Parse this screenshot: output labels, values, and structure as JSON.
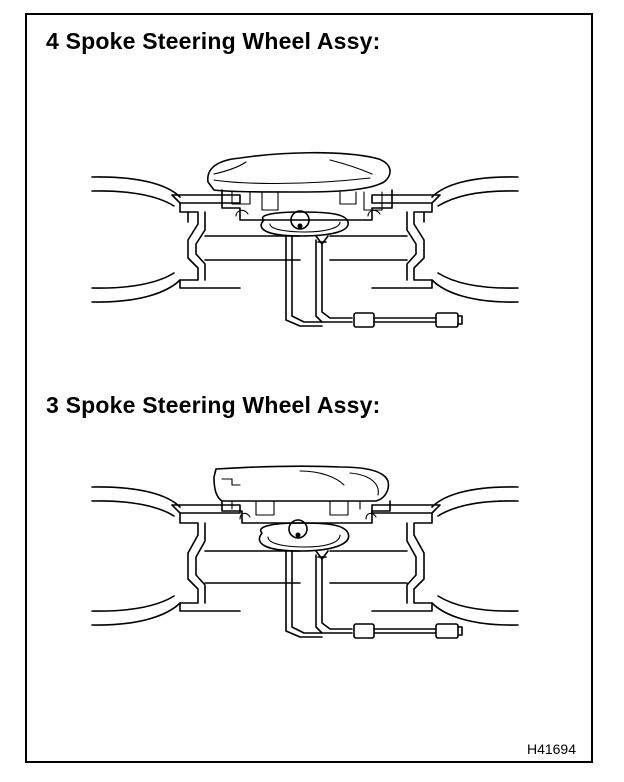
{
  "sections": [
    {
      "heading": "4 Spoke Steering Wheel Assy:",
      "variant": "4-spoke"
    },
    {
      "heading": "3 Spoke Steering Wheel Assy:",
      "variant": "3-spoke"
    }
  ],
  "figure_code": "H41694",
  "colors": {
    "line": "#000000",
    "background": "#ffffff"
  }
}
